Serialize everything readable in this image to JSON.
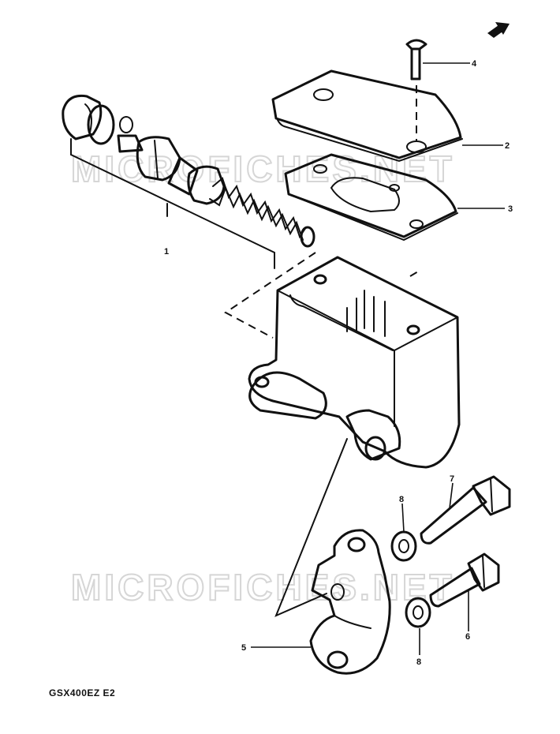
{
  "watermark": "MICROFICHES.NET",
  "caption": "GSX400EZ E2",
  "callouts": {
    "c1": "1",
    "c2": "2",
    "c3": "3",
    "c4": "4",
    "c5": "5",
    "c6": "6",
    "c7": "7",
    "c8a": "8",
    "c8b": "8"
  },
  "colors": {
    "ink": "#111111",
    "paper": "#ffffff",
    "watermark": "#d6d6d6"
  }
}
